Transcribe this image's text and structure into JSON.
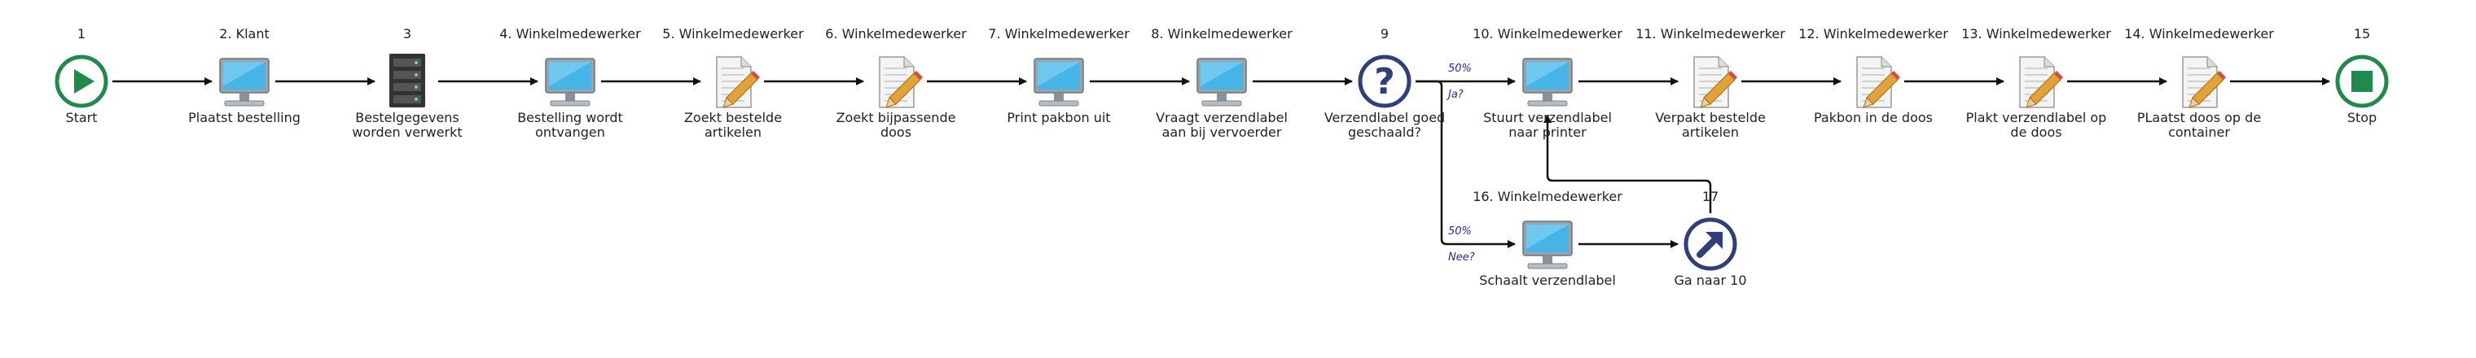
{
  "colors": {
    "start_stop": "#1f8a4c",
    "decision": "#2f3f7a",
    "screen": "#46b4e6",
    "server": "#333333",
    "doc_pencil": "#e2a23a",
    "line": "#111111",
    "probability_text": "#2b2b8f"
  },
  "nodes": [
    {
      "id": "n1",
      "kind": "start",
      "icon": "play-icon",
      "header": "1",
      "label": [
        "Start"
      ]
    },
    {
      "id": "n2",
      "kind": "task",
      "icon": "computer-icon",
      "header": "2. Klant",
      "label": [
        "Plaatst bestelling"
      ]
    },
    {
      "id": "n3",
      "kind": "task",
      "icon": "server-icon",
      "header": "3",
      "label": [
        "Bestelgegevens",
        "worden verwerkt"
      ]
    },
    {
      "id": "n4",
      "kind": "task",
      "icon": "computer-icon",
      "header": "4. Winkelmedewerker",
      "label": [
        "Bestelling wordt",
        "ontvangen"
      ]
    },
    {
      "id": "n5",
      "kind": "task",
      "icon": "document-pencil-icon",
      "header": "5. Winkelmedewerker",
      "label": [
        "Zoekt bestelde",
        "artikelen"
      ]
    },
    {
      "id": "n6",
      "kind": "task",
      "icon": "document-pencil-icon",
      "header": "6. Winkelmedewerker",
      "label": [
        "Zoekt bijpassende",
        "doos"
      ]
    },
    {
      "id": "n7",
      "kind": "task",
      "icon": "computer-icon",
      "header": "7. Winkelmedewerker",
      "label": [
        "Print pakbon uit"
      ]
    },
    {
      "id": "n8",
      "kind": "task",
      "icon": "computer-icon",
      "header": "8. Winkelmedewerker",
      "label": [
        "Vraagt verzendlabel",
        "aan bij vervoerder"
      ]
    },
    {
      "id": "n9",
      "kind": "decision",
      "icon": "question-icon",
      "header": "9",
      "label": [
        "Verzendlabel goed",
        "geschaald?"
      ]
    },
    {
      "id": "n10",
      "kind": "task",
      "icon": "computer-icon",
      "header": "10. Winkelmedewerker",
      "label": [
        "Stuurt verzendlabel",
        "naar printer"
      ]
    },
    {
      "id": "n11",
      "kind": "task",
      "icon": "document-pencil-icon",
      "header": "11. Winkelmedewerker",
      "label": [
        "Verpakt bestelde",
        "artikelen"
      ]
    },
    {
      "id": "n12",
      "kind": "task",
      "icon": "document-pencil-icon",
      "header": "12. Winkelmedewerker",
      "label": [
        "Pakbon in de doos"
      ]
    },
    {
      "id": "n13",
      "kind": "task",
      "icon": "document-pencil-icon",
      "header": "13. Winkelmedewerker",
      "label": [
        "Plakt verzendlabel op",
        "de doos"
      ]
    },
    {
      "id": "n14",
      "kind": "task",
      "icon": "document-pencil-icon",
      "header": "14. Winkelmedewerker",
      "label": [
        "PLaatst doos op de",
        "container"
      ]
    },
    {
      "id": "n15",
      "kind": "stop",
      "icon": "stop-icon",
      "header": "15",
      "label": [
        "Stop"
      ]
    },
    {
      "id": "n16",
      "kind": "task",
      "icon": "computer-icon",
      "header": "16. Winkelmedewerker",
      "label": [
        "Schaalt verzendlabel"
      ]
    },
    {
      "id": "n17",
      "kind": "goto",
      "icon": "goto-arrow-icon",
      "header": "17",
      "label": [
        "Ga naar 10"
      ]
    }
  ],
  "edges": [
    {
      "from": "n1",
      "to": "n2"
    },
    {
      "from": "n2",
      "to": "n3"
    },
    {
      "from": "n3",
      "to": "n4"
    },
    {
      "from": "n4",
      "to": "n5"
    },
    {
      "from": "n5",
      "to": "n6"
    },
    {
      "from": "n6",
      "to": "n7"
    },
    {
      "from": "n7",
      "to": "n8"
    },
    {
      "from": "n8",
      "to": "n9"
    },
    {
      "from": "n9",
      "to": "n10",
      "probability": "50%",
      "condition": "Ja?"
    },
    {
      "from": "n10",
      "to": "n11"
    },
    {
      "from": "n11",
      "to": "n12"
    },
    {
      "from": "n12",
      "to": "n13"
    },
    {
      "from": "n13",
      "to": "n14"
    },
    {
      "from": "n14",
      "to": "n15"
    },
    {
      "from": "n9",
      "to": "n16",
      "probability": "50%",
      "condition": "Nee?"
    },
    {
      "from": "n16",
      "to": "n17"
    },
    {
      "from": "n17",
      "to": "n10"
    }
  ]
}
